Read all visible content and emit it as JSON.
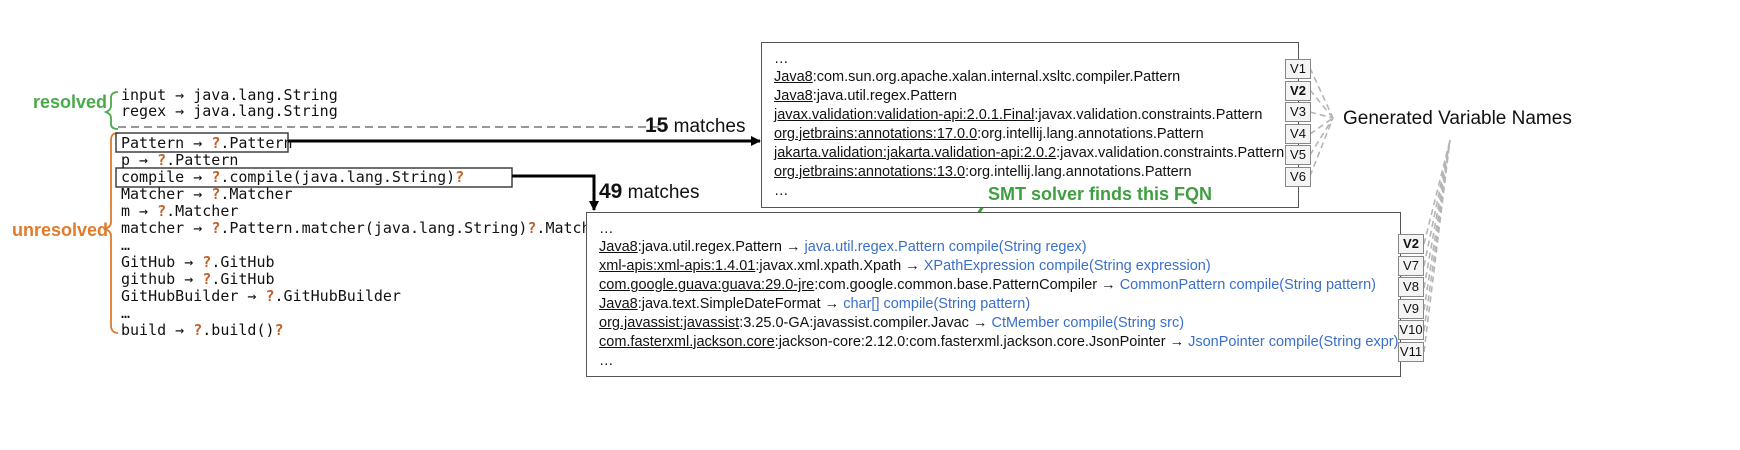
{
  "colors": {
    "resolved": "#4aaa4a",
    "unresolved": "#e07b2c",
    "qmark": "#c0622a",
    "blue": "#3a6fc9",
    "green": "#3f9e3f"
  },
  "labels": {
    "resolved": "resolved",
    "unresolved": "unresolved",
    "matches15_num": "15",
    "matches15_word": "matches",
    "matches49_num": "49",
    "matches49_word": "matches",
    "smt": "SMT solver finds this FQN",
    "generated": "Generated Variable Names"
  },
  "left": {
    "resolved": [
      {
        "name": "input",
        "arrow": "→",
        "type": "java.lang.String"
      },
      {
        "name": "regex",
        "arrow": "→",
        "type": "java.lang.String"
      }
    ],
    "unresolved": [
      {
        "pre": "Pattern → ",
        "q": "?",
        "post": ".Pattern",
        "q2": ""
      },
      {
        "pre": "p → ",
        "q": "?",
        "post": ".Pattern",
        "q2": ""
      },
      {
        "pre": "compile → ",
        "q": "?",
        "post": ".compile(java.lang.String)",
        "q2": "?"
      },
      {
        "pre": "Matcher → ",
        "q": "?",
        "post": ".Matcher",
        "q2": ""
      },
      {
        "pre": "m → ",
        "q": "?",
        "post": ".Matcher",
        "q2": ""
      },
      {
        "pre": "matcher → ",
        "q": "?",
        "post": ".Pattern.matcher(java.lang.String)",
        "q2": "?",
        "post2": ".Matcher"
      },
      {
        "pre": "…",
        "q": "",
        "post": "",
        "q2": ""
      },
      {
        "pre": "GitHub → ",
        "q": "?",
        "post": ".GitHub",
        "q2": ""
      },
      {
        "pre": "github → ",
        "q": "?",
        "post": ".GitHub",
        "q2": ""
      },
      {
        "pre": "GitHubBuilder → ",
        "q": "?",
        "post": ".GitHubBuilder",
        "q2": ""
      },
      {
        "pre": "…",
        "q": "",
        "post": "",
        "q2": ""
      },
      {
        "pre": "build → ",
        "q": "?",
        "post": ".build()",
        "q2": "?"
      }
    ]
  },
  "top_panel": {
    "ellipsis_top": "…",
    "rows": [
      {
        "lib": "Java8",
        "rest": ":com.sun.org.apache.xalan.internal.xsltc.compiler.Pattern",
        "v": "V1",
        "bold": false
      },
      {
        "lib": "Java8",
        "rest": ":java.util.regex.Pattern",
        "v": "V2",
        "bold": true
      },
      {
        "lib": "javax.validation:validation-api:2.0.1.Final",
        "rest": ":javax.validation.constraints.Pattern",
        "v": "V3",
        "bold": false
      },
      {
        "lib": "org.jetbrains:annotations:17.0.0",
        "rest": ":org.intellij.lang.annotations.Pattern",
        "v": "V4",
        "bold": false
      },
      {
        "lib": "jakarta.validation:jakarta.validation-api:2.0.2",
        "rest": ":javax.validation.constraints.Pattern",
        "v": "V5",
        "bold": false
      },
      {
        "lib": "org.jetbrains:annotations:13.0",
        "rest": ":org.intellij.lang.annotations.Pattern",
        "v": "V6",
        "bold": false
      }
    ],
    "ellipsis_bottom": "…"
  },
  "bottom_panel": {
    "ellipsis_top": "…",
    "rows": [
      {
        "lib": "Java8",
        "rest": ":java.util.regex.Pattern",
        "arrow": "→",
        "ret": "java.util.regex.Pattern",
        "method": " compile(String regex)",
        "v": "V2",
        "bold": true
      },
      {
        "lib": "xml-apis:xml-apis:1.4.01",
        "rest": ":javax.xml.xpath.Xpath",
        "arrow": "→",
        "ret": "XPathExpression",
        "method": " compile(String expression)",
        "v": "V7",
        "bold": false
      },
      {
        "lib": "com.google.guava:guava:29.0-jre",
        "rest": ":com.google.common.base.PatternCompiler",
        "arrow": "→",
        "ret": "CommonPattern",
        "method": " compile(String pattern)",
        "v": "V8",
        "bold": false
      },
      {
        "lib": "Java8",
        "rest": ":java.text.SimpleDateFormat",
        "arrow": "→",
        "ret": "char[]",
        "method": " compile(String pattern)",
        "v": "V9",
        "bold": false
      },
      {
        "lib": "org.javassist:javassist",
        "rest": ":3.25.0-GA:javassist.compiler.Javac",
        "arrow": "→",
        "ret": "CtMember",
        "method": " compile(String src)",
        "v": "V10",
        "bold": false
      },
      {
        "lib": "com.fasterxml.jackson.core",
        "rest": ":jackson-core:2.12.0:com.fasterxml.jackson.core.JsonPointer",
        "arrow": "→",
        "ret": "JsonPointer",
        "method": " compile(String expr)",
        "v": "V11",
        "bold": false
      }
    ],
    "ellipsis_bottom": "…"
  }
}
